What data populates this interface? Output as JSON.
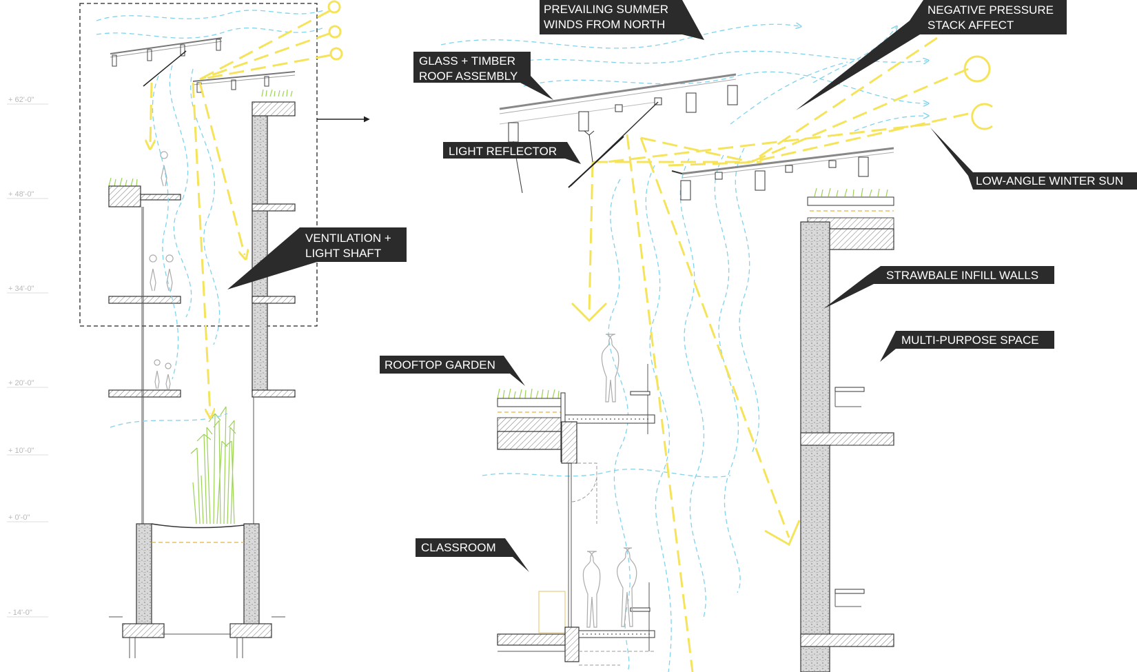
{
  "colors": {
    "sun": "#f5e35a",
    "wind": "#7fd3ec",
    "label_bg": "#2b2b2b",
    "label_text": "#ffffff",
    "plants": "#9bd154",
    "levels": "#b8b8b8"
  },
  "levels": [
    "+ 62'-0\"",
    "+ 48'-0\"",
    "+ 34'-0\"",
    "+ 20'-0\"",
    "+ 10'-0\"",
    "+ 0'-0\"",
    "- 14'-0\""
  ],
  "overview_callout": [
    "VENTILATION +",
    "LIGHT SHAFT"
  ],
  "detail_labels": {
    "winds": [
      "PREVAILING SUMMER",
      "WINDS FROM NORTH"
    ],
    "stack": [
      "NEGATIVE PRESSURE",
      "STACK AFFECT"
    ],
    "roof": [
      "GLASS + TIMBER",
      "ROOF ASSEMBLY"
    ],
    "reflector": "LIGHT REFLECTOR",
    "winter_sun": "LOW-ANGLE WINTER SUN",
    "strawbale": "STRAWBALE INFILL WALLS",
    "multipurpose": "MULTI-PURPOSE SPACE",
    "garden": "ROOFTOP GARDEN",
    "classroom": "CLASSROOM"
  }
}
